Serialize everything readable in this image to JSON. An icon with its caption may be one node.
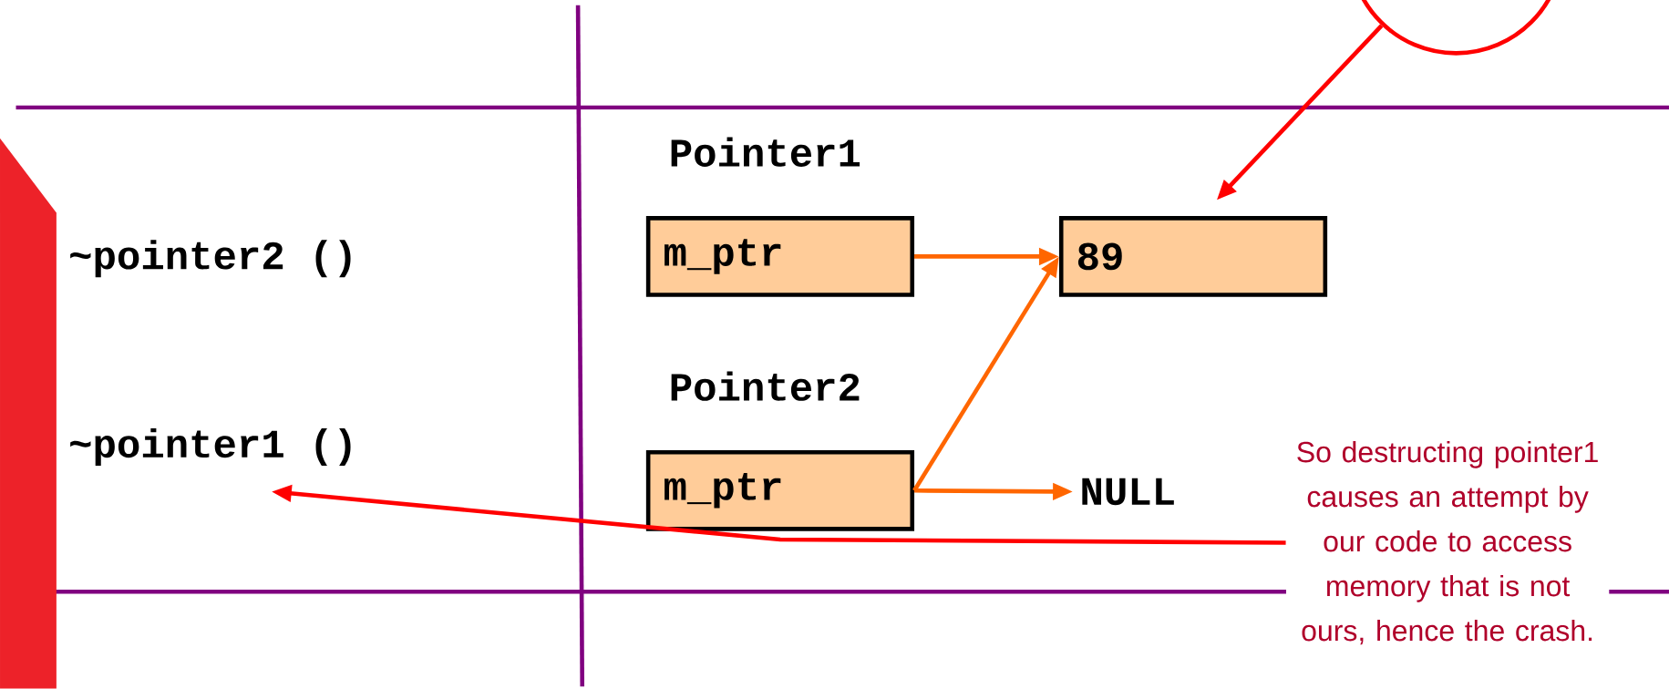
{
  "diagram": {
    "nodes": [
      {
        "text": [],
        "shape": "circle"
      },
      {
        "text": [
          "~pointer2 ()"
        ]
      },
      {
        "text": [
          "~pointer1 ()"
        ]
      },
      {
        "text": [
          "Pointer1",
          "m_ptr"
        ]
      },
      {
        "text": [
          "89"
        ]
      },
      {
        "text": [
          "Pointer2",
          "m_ptr"
        ]
      },
      {
        "text": [
          "NULL"
        ]
      },
      {
        "text": [
          "So destructing pointer1 causes an attempt by our code to access memory that is not ours, hence the crash."
        ]
      },
      {
        "text": [],
        "shape": "bar"
      }
    ],
    "edges": [
      {
        "from": 0,
        "to": 4,
        "arrow": "to",
        "color": "#ff0000"
      },
      {
        "from": 3,
        "to": 4,
        "arrow": "to"
      },
      {
        "from": 5,
        "to": 4,
        "arrow": "to"
      },
      {
        "from": 5,
        "to": 6,
        "arrow": "to"
      },
      {
        "from": 7,
        "to": 2,
        "arrow": "to",
        "color": "#ff0000"
      }
    ]
  }
}
